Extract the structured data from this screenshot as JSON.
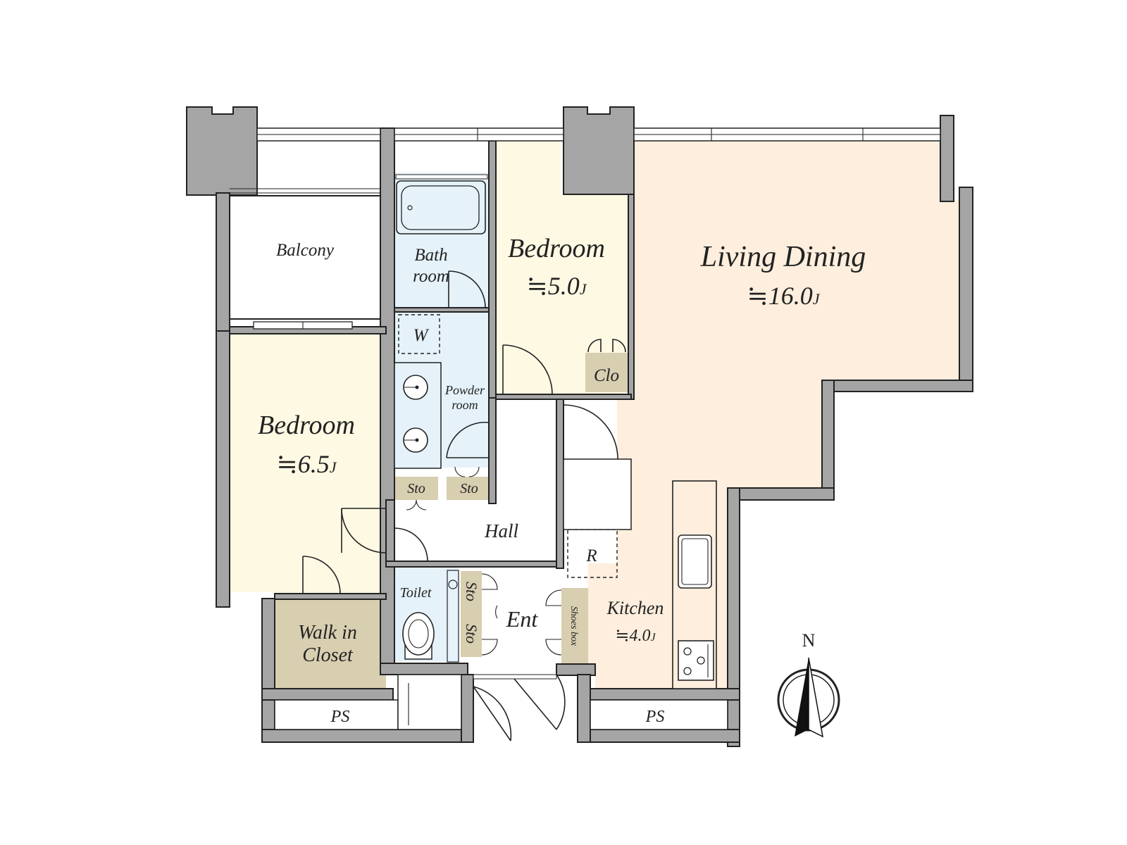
{
  "rooms": {
    "balcony": {
      "name": "Balcony"
    },
    "bathroom": {
      "name_line1": "Bath",
      "name_line2": "room"
    },
    "washer": {
      "name": "W"
    },
    "powder_room": {
      "name_line1": "Powder",
      "name_line2": "room"
    },
    "bedroom_north": {
      "name": "Bedroom",
      "area": "≒5.0",
      "unit": "J"
    },
    "closet": {
      "name": "Clo"
    },
    "living_dining": {
      "name": "Living Dining",
      "area": "≒16.0",
      "unit": "J"
    },
    "bedroom_west": {
      "name": "Bedroom",
      "area": "≒6.5",
      "unit": "J"
    },
    "storage_1": {
      "name": "Sto"
    },
    "storage_2": {
      "name": "Sto"
    },
    "hall": {
      "name": "Hall"
    },
    "refrigerator": {
      "name": "R"
    },
    "toilet": {
      "name": "Toilet"
    },
    "storage_3": {
      "name": "Sto"
    },
    "storage_4": {
      "name": "Sto"
    },
    "entrance": {
      "name": "Ent"
    },
    "shoes_box": {
      "name": "Shoes box"
    },
    "kitchen": {
      "name": "Kitchen",
      "area": "≒4.0",
      "unit": "J"
    },
    "walk_in_closet": {
      "name_line1": "Walk in",
      "name_line2": "Closet"
    },
    "pipe_space_west": {
      "name": "PS"
    },
    "pipe_space_east": {
      "name": "PS"
    }
  },
  "compass": {
    "north_label": "N"
  },
  "colors": {
    "living": "#fdeedd",
    "bedroom": "#fdf9e3",
    "wet_area": "#e5f2fa",
    "storage": "#d8ceb0",
    "wall": "#a5a5a5"
  }
}
